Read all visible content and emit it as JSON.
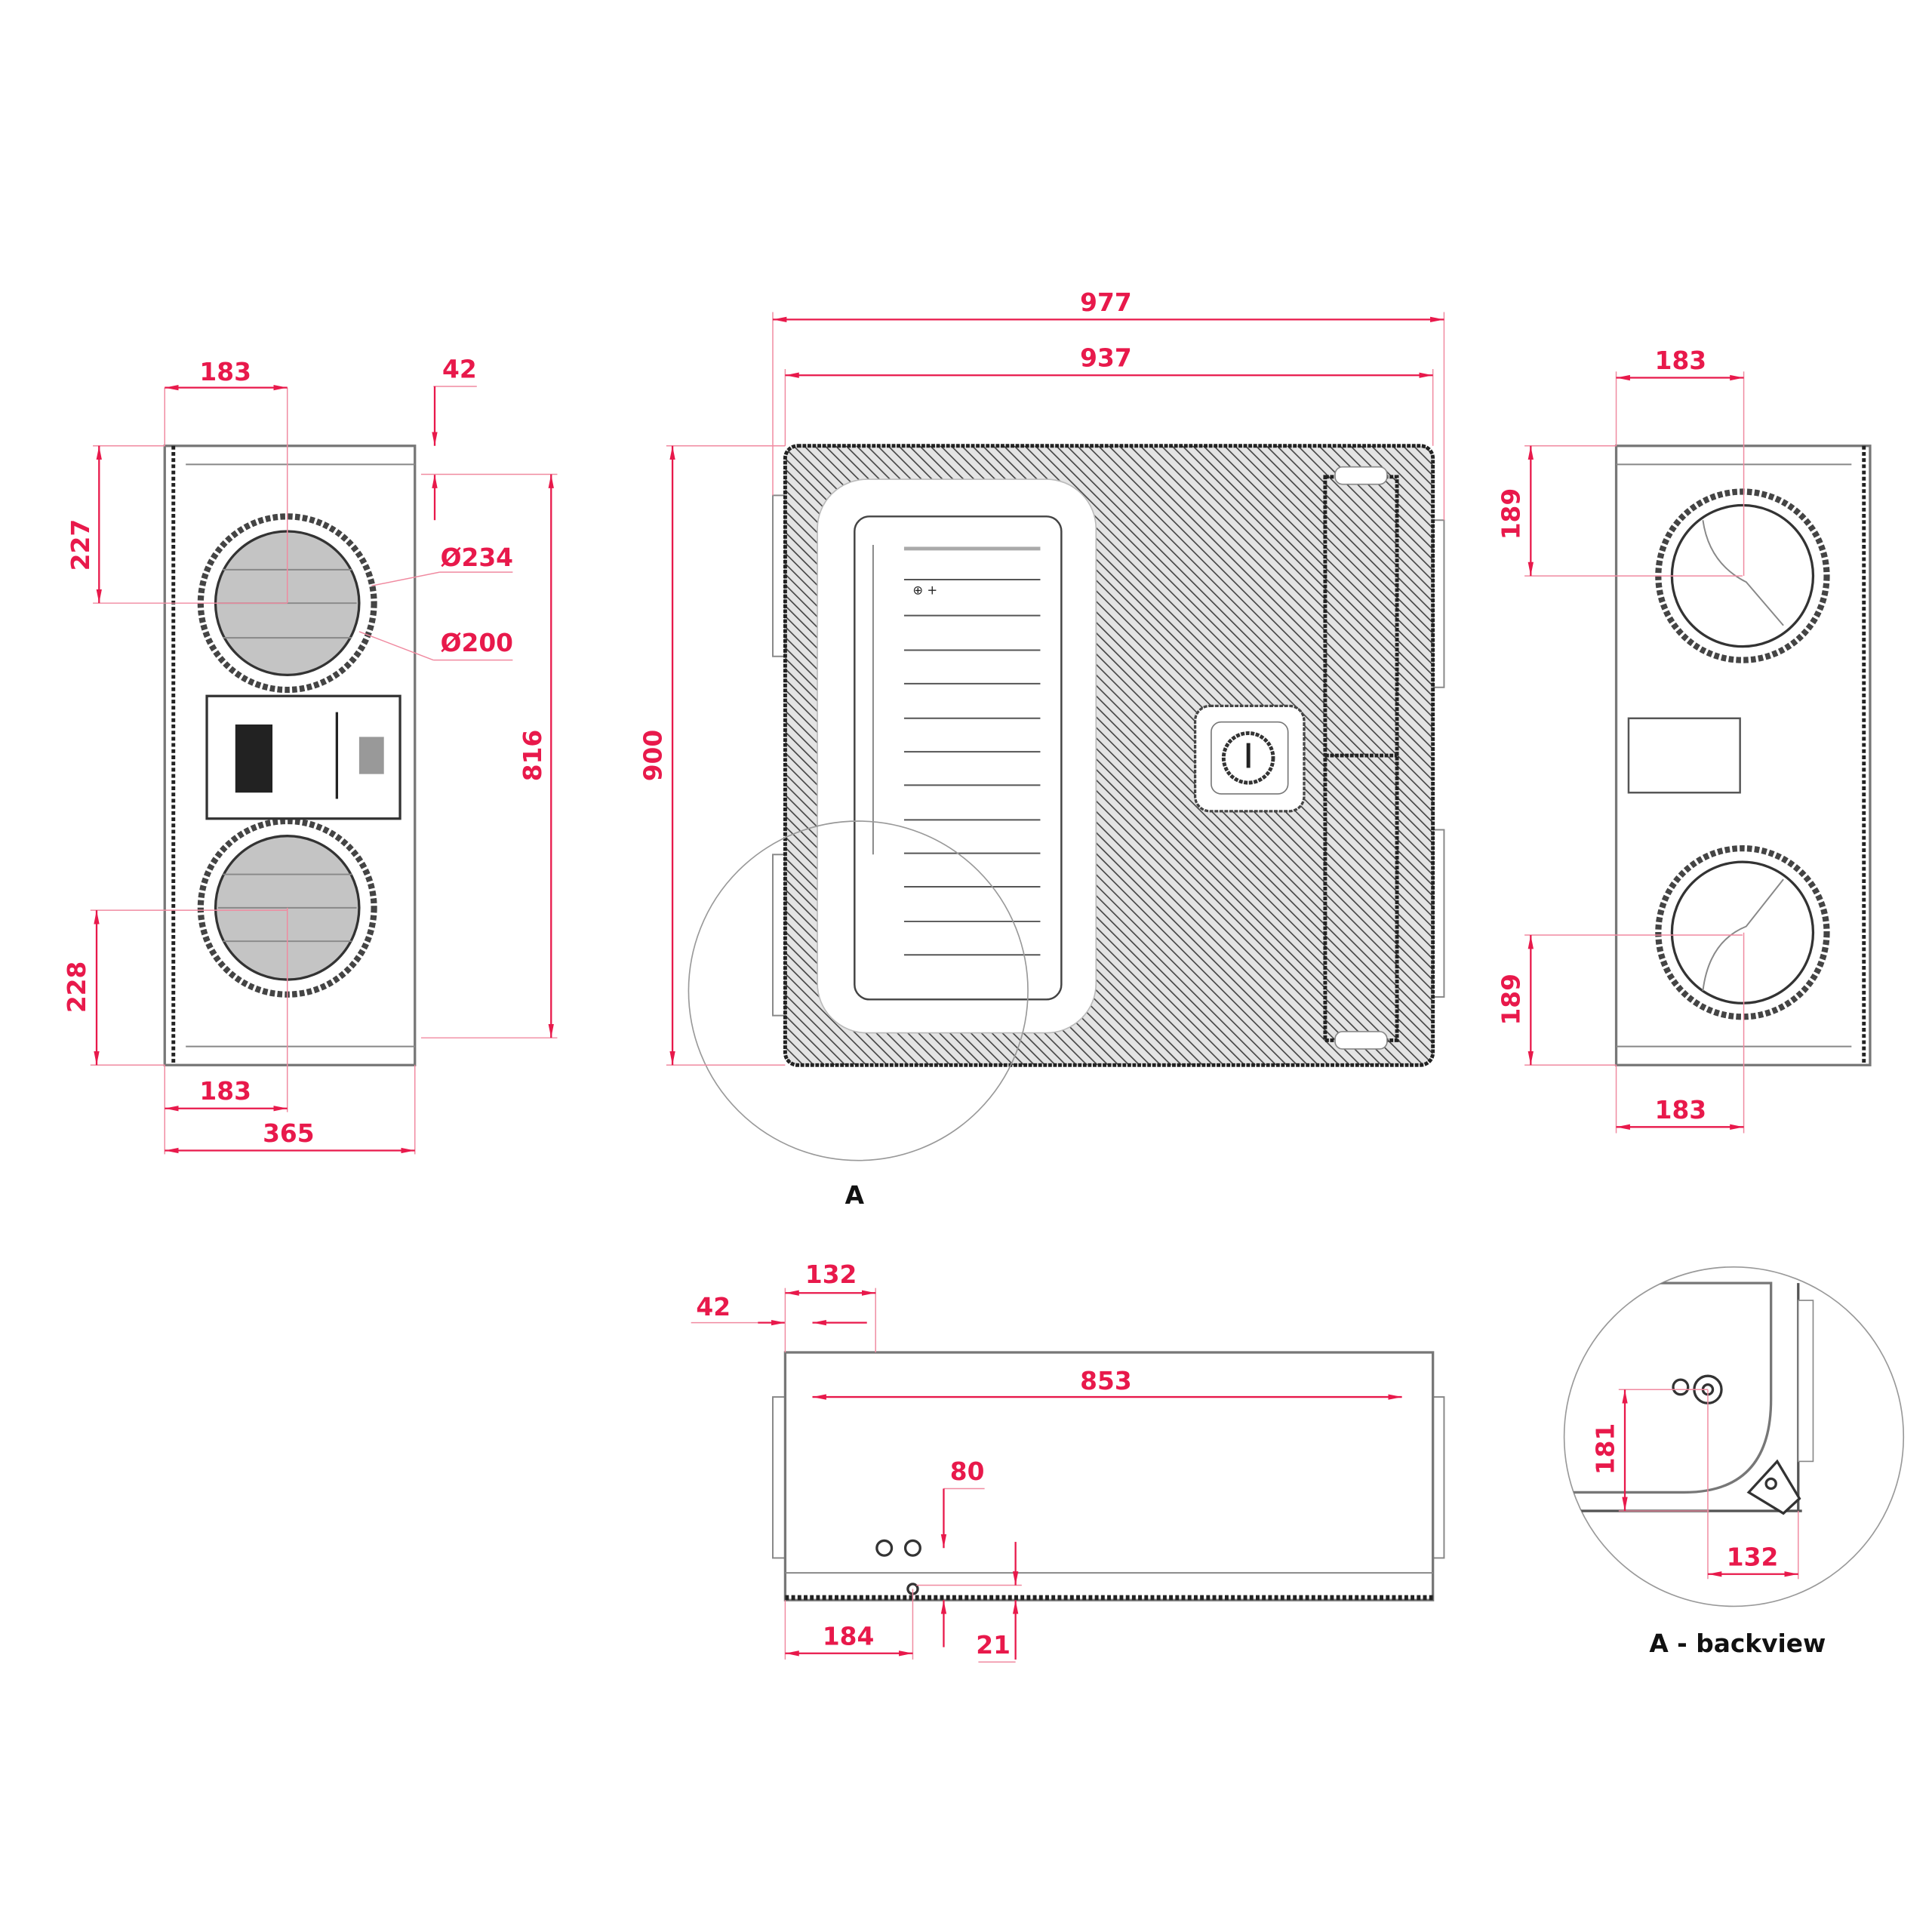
{
  "colors": {
    "dimension": "#e8194b",
    "outline": "#333333",
    "fill": "#bbbbbb"
  },
  "left_view": {
    "dims": {
      "top_offset": "183",
      "top_right": "42",
      "upper_height": "227",
      "outer_diameter": "Ø234",
      "inner_diameter": "Ø200",
      "height": "816",
      "lower_height": "228",
      "bottom_offset": "183",
      "width": "365"
    }
  },
  "front_view": {
    "dims": {
      "overall_width": "977",
      "body_width": "937",
      "height": "900"
    },
    "detail_label": "A"
  },
  "right_view": {
    "dims": {
      "top_offset": "183",
      "upper_height": "189",
      "lower_height": "189",
      "bottom_offset": "183"
    }
  },
  "bottom_view": {
    "dims": {
      "left_offset": "42",
      "top_offset": "132",
      "span": "853",
      "drain_offset": "80",
      "drain_position": "184",
      "drain_height": "21"
    }
  },
  "detail_view": {
    "dims": {
      "height": "181",
      "width": "132"
    },
    "caption": "A - backview"
  }
}
